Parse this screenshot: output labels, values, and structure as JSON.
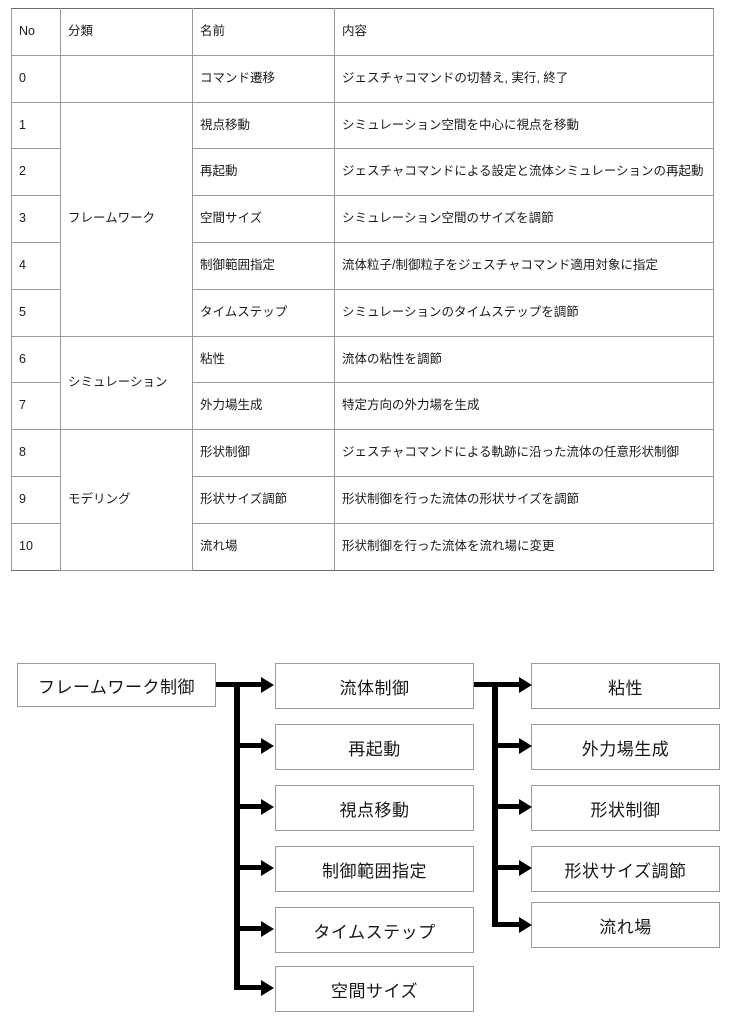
{
  "table": {
    "columns": [
      "No",
      "分類",
      "名前",
      "内容"
    ],
    "rows": [
      {
        "no": "0",
        "category": "",
        "name": "コマンド遷移",
        "desc": "ジェスチャコマンドの切替え, 実行, 終了"
      },
      {
        "no": "1",
        "category": "",
        "name": "視点移動",
        "desc": "シミュレーション空間を中心に視点を移動"
      },
      {
        "no": "2",
        "category": "",
        "name": "再起動",
        "desc": "ジェスチャコマンドによる設定と流体シミュレーションの再起動"
      },
      {
        "no": "3",
        "category": "フレームワーク",
        "name": "空間サイズ",
        "desc": "シミュレーション空間のサイズを調節"
      },
      {
        "no": "4",
        "category": "",
        "name": "制御範囲指定",
        "desc": "流体粒子/制御粒子をジェスチャコマンド適用対象に指定"
      },
      {
        "no": "5",
        "category": "",
        "name": "タイムステップ",
        "desc": "シミュレーションのタイムステップを調節"
      },
      {
        "no": "6",
        "category": "",
        "name": "粘性",
        "desc": "流体の粘性を調節"
      },
      {
        "no": "7",
        "category": "シミュレーション",
        "name": "外力場生成",
        "desc": "特定方向の外力場を生成"
      },
      {
        "no": "8",
        "category": "",
        "name": "形状制御",
        "desc": "ジェスチャコマンドによる軌跡に沿った流体の任意形状制御"
      },
      {
        "no": "9",
        "category": "モデリング",
        "name": "形状サイズ調節",
        "desc": "形状制御を行った流体の形状サイズを調節"
      },
      {
        "no": "10",
        "category": "",
        "name": "流れ場",
        "desc": "形状制御を行った流体を流れ場に変更"
      }
    ]
  },
  "diagram": {
    "root": "フレームワーク制御",
    "level2": [
      "流体制御",
      "再起動",
      "視点移動",
      "制御範囲指定",
      "タイムステップ",
      "空間サイズ"
    ],
    "level3": [
      "粘性",
      "外力場生成",
      "形状制御",
      "形状サイズ調節",
      "流れ場"
    ]
  }
}
